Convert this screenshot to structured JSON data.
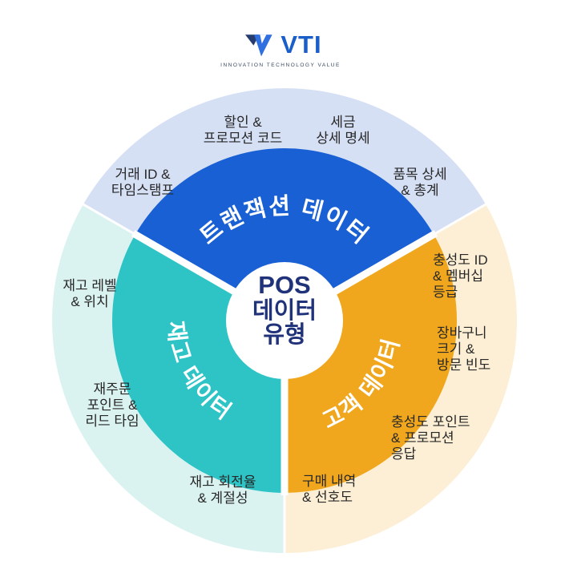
{
  "logo": {
    "name": "VTI",
    "tagline": "INNOVATION TECHNOLOGY VALUE"
  },
  "colors": {
    "logo_blue": "#1a5ec9",
    "logo_mark_dark": "#253c6e",
    "logo_mark_bright": "#2f6fe0",
    "center_text": "#203279",
    "segment_title_text": "#ffffff",
    "label_text": "#272727"
  },
  "center": {
    "lines": [
      "POS",
      "데이터",
      "유형"
    ]
  },
  "segments": [
    {
      "id": "transaction",
      "title": "트랜잭션 데이터",
      "color": "#1a60d5",
      "pale_color": "#d6e0f5",
      "items": [
        {
          "lines": [
            "할인 &",
            "프로모션 코드"
          ]
        },
        {
          "lines": [
            "세금",
            "상세 명세"
          ]
        },
        {
          "lines": [
            "거래 ID &",
            "타임스탬프"
          ]
        },
        {
          "lines": [
            "품목 상세",
            "& 총계"
          ]
        }
      ]
    },
    {
      "id": "customer",
      "title": "고객 데이터",
      "color": "#f0a71d",
      "pale_color": "#fcefd5",
      "items": [
        {
          "lines": [
            "충성도 ID",
            "& 멤버십",
            "등급"
          ]
        },
        {
          "lines": [
            "장바구니",
            "크기 &",
            "방문 빈도"
          ]
        },
        {
          "lines": [
            "충성도 포인트",
            "& 프로모션",
            "응답"
          ]
        },
        {
          "lines": [
            "구매 내역",
            "& 선호도"
          ]
        }
      ]
    },
    {
      "id": "inventory",
      "title": "재고 데이터",
      "color": "#2ec4c6",
      "pale_color": "#daf3f0",
      "items": [
        {
          "lines": [
            "재고 레벨",
            "& 위치"
          ]
        },
        {
          "lines": [
            "재주문",
            "포인트 &",
            "리드 타임"
          ]
        },
        {
          "lines": [
            "재고 회전율",
            "& 계절성"
          ]
        }
      ]
    }
  ]
}
